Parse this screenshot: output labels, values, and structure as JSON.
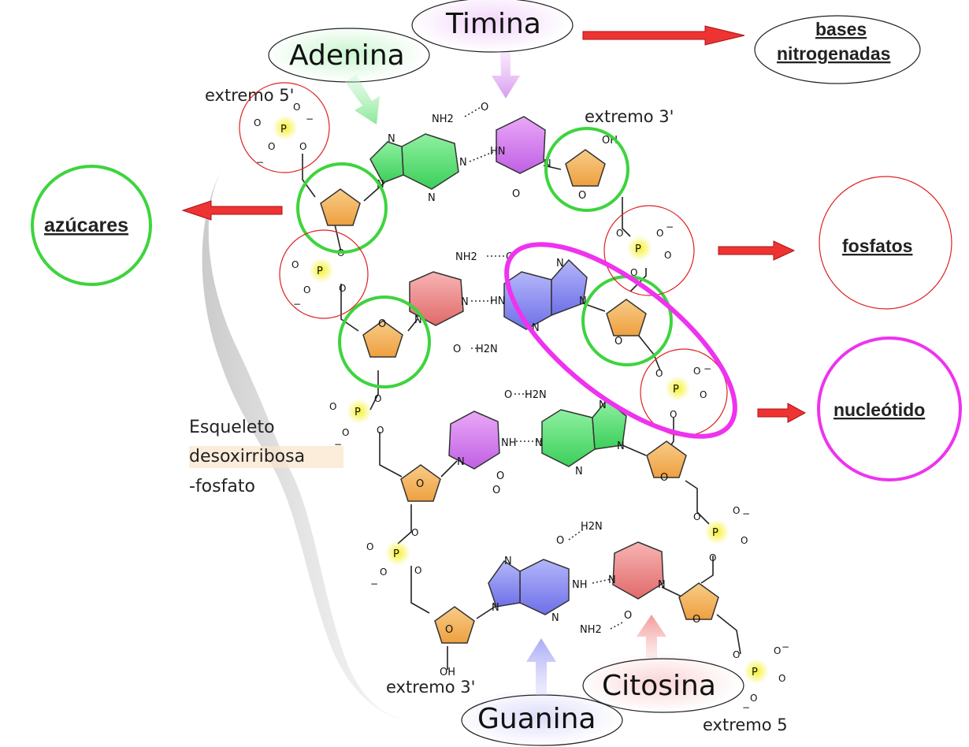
{
  "bases": {
    "timina": "Timina",
    "adenina": "Adenina",
    "citosina": "Citosina",
    "guanina": "Guanina"
  },
  "ends": {
    "top_left": "extremo 5'",
    "top_right": "extremo 3'",
    "bottom_left": "extremo 3'",
    "bottom_right": "extremo 5"
  },
  "backbone": {
    "line1": "Esqueleto",
    "line2": "desoxirribosa",
    "line3": "-fosfato"
  },
  "annotations": {
    "bases_line1": "bases",
    "bases_line2": "nitrogenadas",
    "azucares": "azúcares",
    "fosfatos": "fosfatos",
    "nucleotido": "nucleótido"
  },
  "atoms": {
    "nh2": "NH2",
    "h2n": "H2N",
    "nh": "NH",
    "hn": "HN",
    "n": "N",
    "o": "O",
    "p": "P",
    "oh": "OH",
    "minus": "−"
  },
  "colors": {
    "adenine": "#4ddc6a",
    "thymine": "#d477ee",
    "cytosine": "#f08a8a",
    "guanine": "#8a8cf2",
    "sugar": "#f2b05c",
    "phosphate_glow": "#f2f02a",
    "arrow_red": "#ee3333",
    "circle_green": "#3dd43d",
    "circle_red": "#dd2222",
    "circle_magenta": "#ee33ee"
  }
}
